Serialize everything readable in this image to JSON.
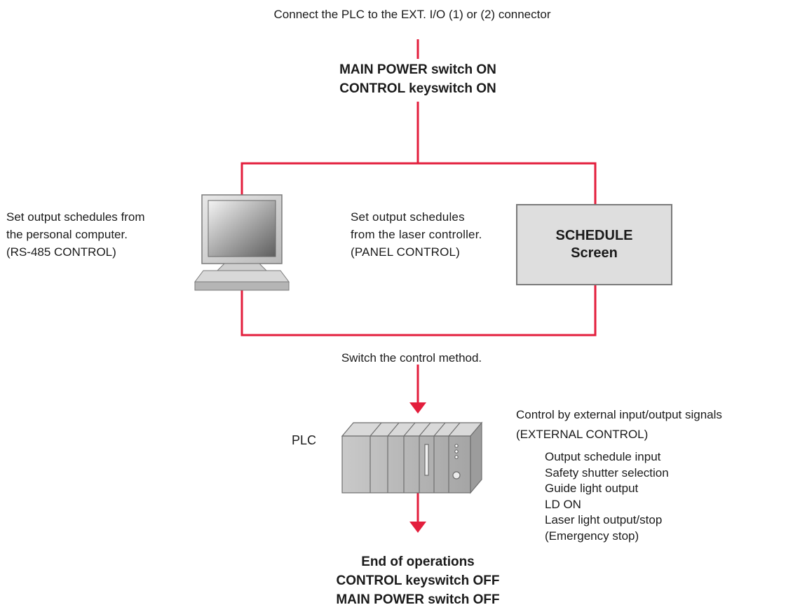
{
  "top_instruction": "Connect the PLC to the EXT. I/O (1) or (2) connector",
  "power_on": [
    "MAIN POWER switch ON",
    "CONTROL keyswitch ON"
  ],
  "pc_branch": {
    "lines": [
      "Set output schedules from",
      "the personal computer.",
      "(RS-485 CONTROL)"
    ],
    "icon": "personal-computer-icon"
  },
  "panel_branch": {
    "lines": [
      "Set output schedules",
      "from the laser controller.",
      "(PANEL CONTROL)"
    ],
    "screen_label": [
      "SCHEDULE",
      "Screen"
    ]
  },
  "switch_text": "Switch the control method.",
  "plc": {
    "label": "PLC",
    "icon": "plc-rack-icon"
  },
  "external": {
    "title": "Control by external input/output signals",
    "mode": "(EXTERNAL CONTROL)",
    "items": [
      "Output schedule input",
      "Safety shutter selection",
      "Guide light output",
      "LD ON",
      "Laser light output/stop",
      "(Emergency stop)"
    ]
  },
  "end": [
    "End of operations",
    "CONTROL keyswitch OFF",
    "MAIN POWER switch OFF"
  ],
  "colors": {
    "flow_line": "#e31e3c",
    "screen_box": "#dedede"
  }
}
